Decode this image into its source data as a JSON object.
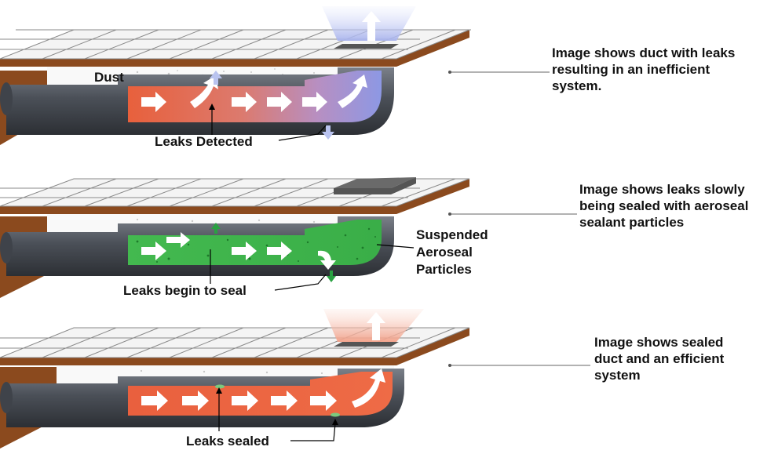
{
  "panels": [
    {
      "id": "leaking",
      "description_lines": [
        "Image shows duct with leaks",
        "resulting in an inefficient",
        "system."
      ],
      "labels": {
        "dust": "Dust",
        "leaks": "Leaks Detected"
      }
    },
    {
      "id": "sealing",
      "description_lines": [
        "Image shows leaks slowly",
        "being sealed with aeroseal",
        "sealant particles"
      ],
      "labels": {
        "leaks": "Leaks begin to seal",
        "particles_lines": [
          "Suspended",
          "Aeroseal",
          "Particles"
        ]
      }
    },
    {
      "id": "sealed",
      "description_lines": [
        "Image shows sealed",
        "duct and an efficient",
        "system"
      ],
      "labels": {
        "leaks": "Leaks sealed"
      }
    }
  ],
  "colors": {
    "ceiling_tile": "#f4f4f4",
    "ceiling_grid": "#8a8a8a",
    "roof_board": "#8b4a1e",
    "duct_dark": "#4a4e55",
    "warm_air": "#e6603e",
    "sealant": "#3cb54a",
    "leak_air": "#b9c3ef"
  }
}
